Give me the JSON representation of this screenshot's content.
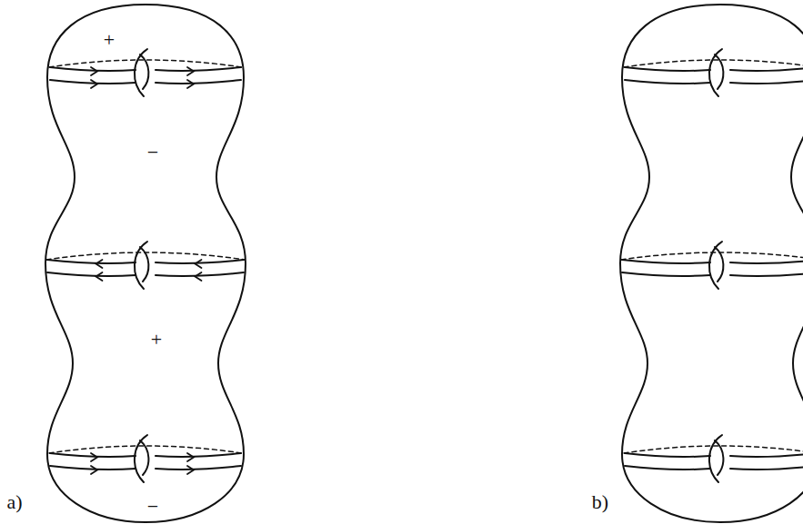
{
  "diagram": {
    "labels": [
      "+",
      "−",
      "+",
      "−",
      "a)",
      "b)"
    ]
  }
}
